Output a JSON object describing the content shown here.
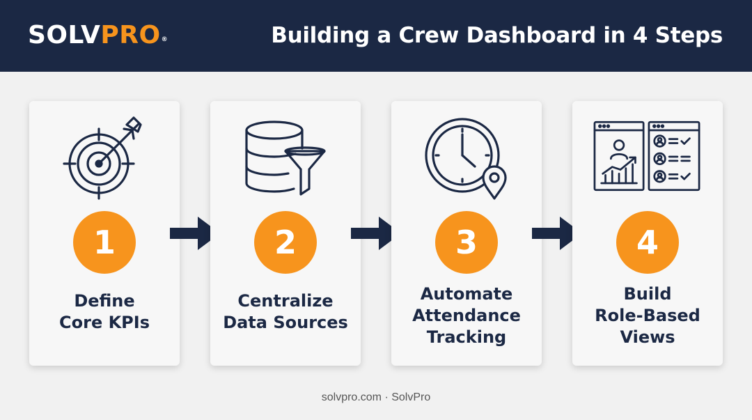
{
  "header": {
    "brand": {
      "part1": "SOLV",
      "part2": "PRO",
      "mark": "®"
    },
    "title": "Building a Crew Dashboard in 4 Steps"
  },
  "colors": {
    "navy": "#1b2844",
    "orange": "#f7941d",
    "background": "#f1f1f1",
    "card": "#f7f7f7"
  },
  "steps": [
    {
      "number": "1",
      "lines": [
        "Define",
        "Core KPIs"
      ],
      "icon": "target-arrow-icon"
    },
    {
      "number": "2",
      "lines": [
        "Centralize",
        "Data Sources"
      ],
      "icon": "database-funnel-icon"
    },
    {
      "number": "3",
      "lines": [
        "Automate",
        "Attendance",
        "Tracking"
      ],
      "icon": "clock-location-icon"
    },
    {
      "number": "4",
      "lines": [
        "Build",
        "Role-Based",
        "Views"
      ],
      "icon": "dashboard-views-icon"
    }
  ],
  "footer": {
    "text": "solvpro.com · SolvPro"
  }
}
